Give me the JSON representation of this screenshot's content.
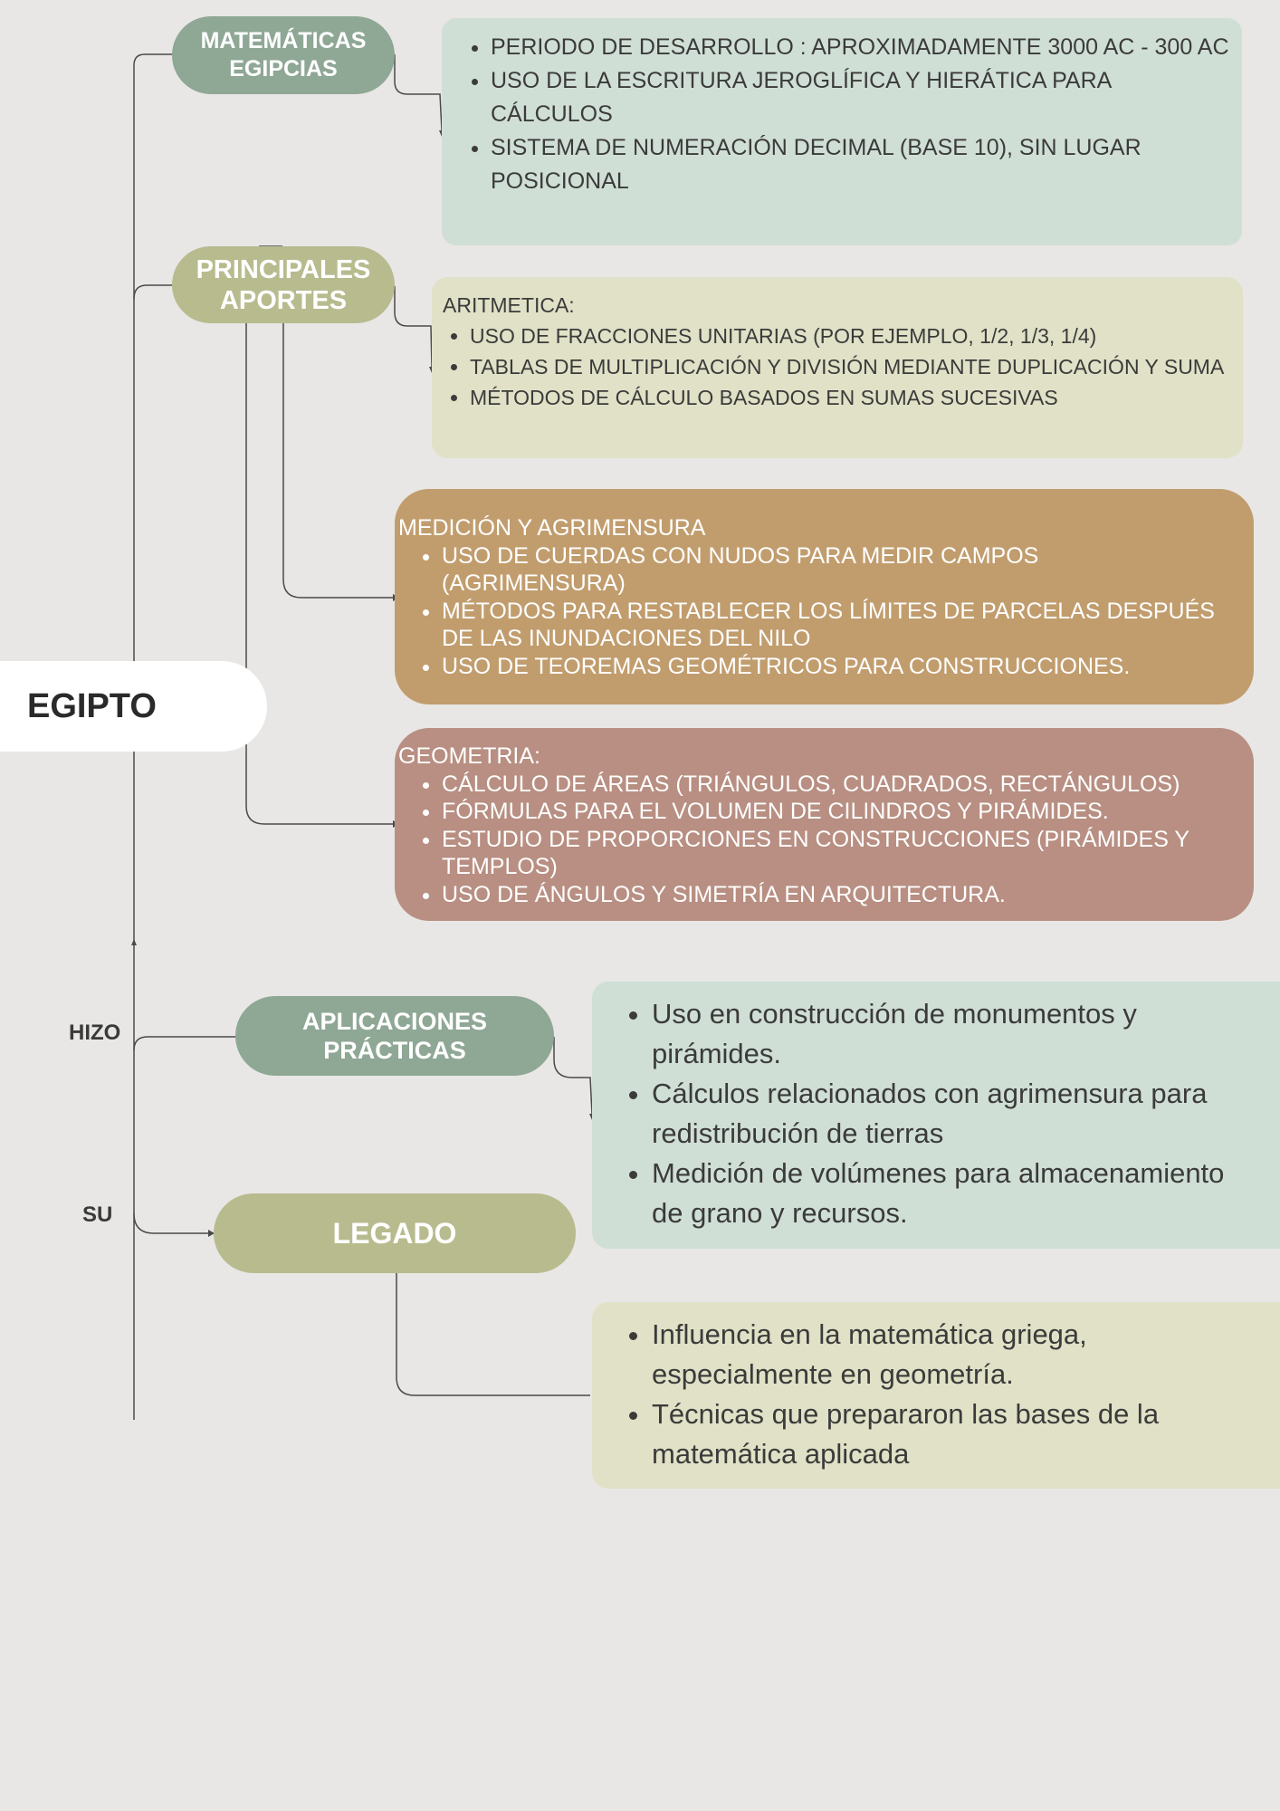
{
  "root": {
    "label": "EGIPTO"
  },
  "nodes": {
    "matematicas": "MATEMÁTICAS EGIPCIAS",
    "aportes": "PRINCIPALES APORTES",
    "aplicaciones": "APLICACIONES PRÁCTICAS",
    "legado": "LEGADO"
  },
  "labels": {
    "hizo": "HIZO",
    "su": "SU"
  },
  "boxes": {
    "matematicas": {
      "items": [
        "PERIODO DE DESARROLLO : APROXIMADAMENTE 3000 AC - 300 AC",
        "USO DE LA ESCRITURA JEROGLÍFICA Y HIERÁTICA PARA CÁLCULOS",
        "SISTEMA DE NUMERACIÓN DECIMAL (BASE 10), SIN LUGAR POSICIONAL"
      ]
    },
    "aritmetica": {
      "heading": "ARITMETICA:",
      "items": [
        "USO DE FRACCIONES UNITARIAS (POR EJEMPLO, 1/2, 1/3, 1/4)",
        "TABLAS DE MULTIPLICACIÓN Y DIVISIÓN MEDIANTE DUPLICACIÓN Y SUMA",
        "MÉTODOS DE CÁLCULO BASADOS EN SUMAS SUCESIVAS"
      ]
    },
    "medicion": {
      "heading": "MEDICIÓN Y AGRIMENSURA",
      "items": [
        "USO DE CUERDAS CON NUDOS PARA MEDIR CAMPOS (AGRIMENSURA)",
        "MÉTODOS PARA RESTABLECER LOS LÍMITES DE PARCELAS DESPUÉS DE LAS INUNDACIONES DEL NILO",
        "USO DE TEOREMAS GEOMÉTRICOS PARA CONSTRUCCIONES."
      ]
    },
    "geometria": {
      "heading": "GEOMETRIA:",
      "items": [
        "CÁLCULO DE ÁREAS (TRIÁNGULOS, CUADRADOS, RECTÁNGULOS)",
        "FÓRMULAS PARA EL VOLUMEN DE CILINDROS Y PIRÁMIDES.",
        "ESTUDIO DE PROPORCIONES EN CONSTRUCCIONES (PIRÁMIDES Y TEMPLOS)",
        "USO DE ÁNGULOS Y SIMETRÍA EN ARQUITECTURA."
      ]
    },
    "aplicaciones": {
      "items": [
        "Uso en construcción de monumentos y pirámides.",
        "Cálculos relacionados con agrimensura para redistribución de tierras",
        "Medición de volúmenes para almacenamiento de grano y recursos."
      ]
    },
    "legado": {
      "items": [
        "Influencia en la matemática griega, especialmente en geometría.",
        "Técnicas que prepararon las bases de la matemática aplicada"
      ]
    }
  },
  "colors": {
    "background": "#e8e7e5",
    "sage": "#8fa795",
    "olive": "#b8bb8e",
    "mint_box": "#d0dfd6",
    "cream_box": "#e0e1c6",
    "tan_box": "#c19d6e",
    "rose_box": "#b88f82",
    "connector": "#4a4a4a"
  }
}
